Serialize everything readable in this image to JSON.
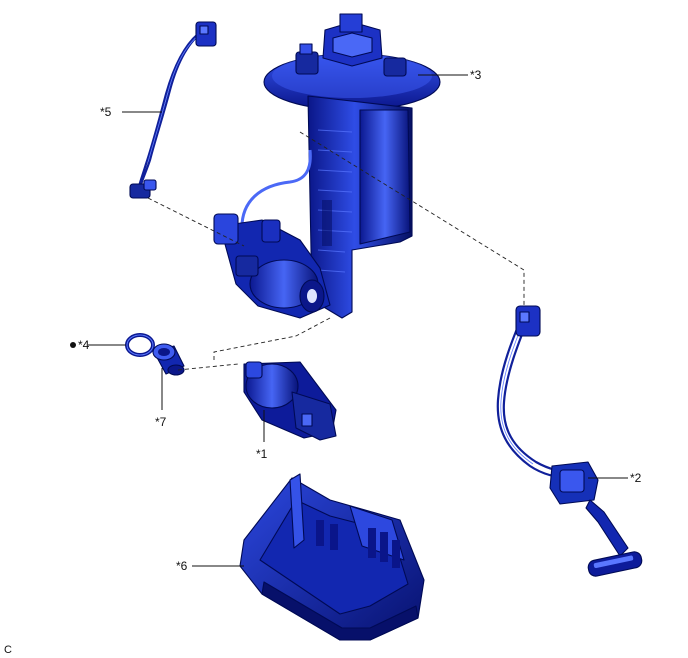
{
  "diagram": {
    "labels": {
      "l1": "*1",
      "l2": "*2",
      "l3": "*3",
      "l4": "*4",
      "l5": "*5",
      "l6": "*6",
      "l7": "*7"
    },
    "illustration_code": "C",
    "colors": {
      "part_dark": "#071070",
      "part_mid": "#1a2fbf",
      "part_light": "#3f5cf0",
      "outline": "#000a55",
      "leader": "#111111"
    }
  }
}
